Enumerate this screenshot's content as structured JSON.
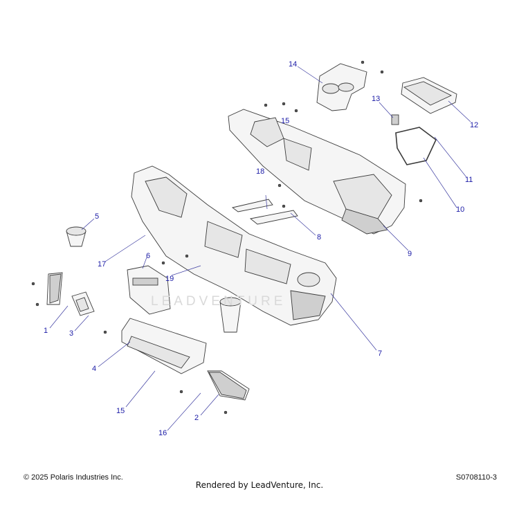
{
  "callouts": [
    {
      "id": "c1",
      "label": "1"
    },
    {
      "id": "c2",
      "label": "2"
    },
    {
      "id": "c3",
      "label": "3"
    },
    {
      "id": "c4",
      "label": "4"
    },
    {
      "id": "c5",
      "label": "5"
    },
    {
      "id": "c6",
      "label": "6"
    },
    {
      "id": "c7",
      "label": "7"
    },
    {
      "id": "c8",
      "label": "8"
    },
    {
      "id": "c9",
      "label": "9"
    },
    {
      "id": "c10",
      "label": "10"
    },
    {
      "id": "c11",
      "label": "11"
    },
    {
      "id": "c12",
      "label": "12"
    },
    {
      "id": "c13",
      "label": "13"
    },
    {
      "id": "c14",
      "label": "14"
    },
    {
      "id": "c15a",
      "label": "15"
    },
    {
      "id": "c15b",
      "label": "15"
    },
    {
      "id": "c16",
      "label": "16"
    },
    {
      "id": "c17",
      "label": "17"
    },
    {
      "id": "c18",
      "label": "18"
    },
    {
      "id": "c19",
      "label": "19"
    }
  ],
  "footer": {
    "copyright": "© 2025 Polaris Industries Inc.",
    "rendered_by": "Rendered by LeadVenture, Inc.",
    "diagram_code": "S0708110-3"
  },
  "watermark": "LEADVENTURE",
  "colors": {
    "callout": "#1a1aa6",
    "line": "#3a3a3a",
    "fill": "#f5f5f5"
  }
}
